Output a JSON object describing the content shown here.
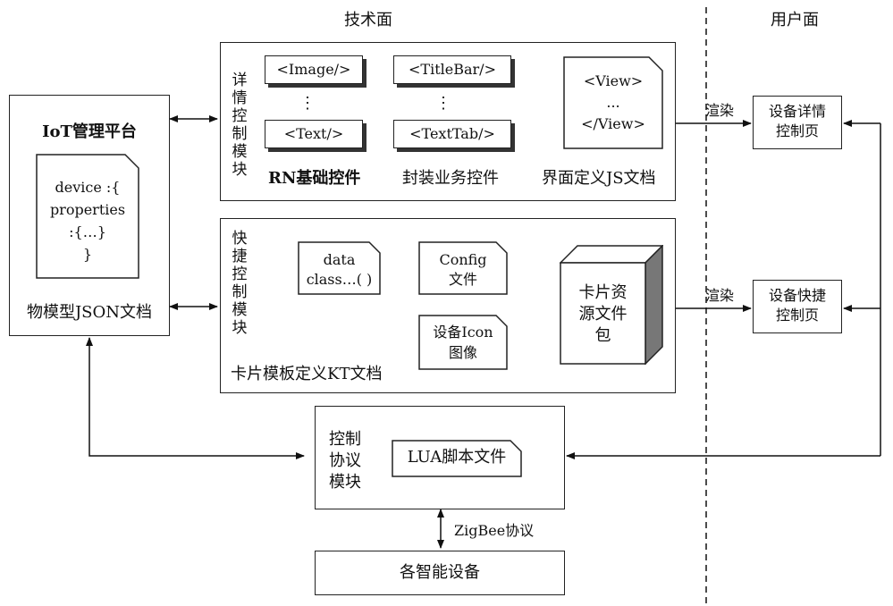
{
  "headers": {
    "tech_face": "技术面",
    "user_face": "用户面"
  },
  "iot_platform": {
    "title": "IoT管理平台",
    "doc_line1": "device :{",
    "doc_line2": "properties",
    "doc_line3": ":{…}",
    "doc_line4": "}",
    "caption": "物模型JSON文档"
  },
  "detail_module": {
    "label": "详情控制模块",
    "rn_items": [
      "<Image/>",
      "⋮",
      "<Text/>"
    ],
    "biz_items": [
      "<TitleBar/>",
      "⋮",
      "<TextTab/>"
    ],
    "view_doc": [
      "<View>",
      "...",
      "</View>"
    ],
    "caption_rn": "RN基础控件",
    "caption_biz": "封装业务控件",
    "caption_js": "界面定义JS文档"
  },
  "quick_module": {
    "label": "快捷控制模块",
    "data_class": [
      "data",
      "class…( )"
    ],
    "config": [
      "Config",
      "文件"
    ],
    "icon_img": [
      "设备Icon",
      "图像"
    ],
    "card_pkg": [
      "卡片资",
      "源文件",
      "包"
    ],
    "caption": "卡片模板定义KT文档"
  },
  "render_labels": {
    "render1": "渲染",
    "render2": "渲染"
  },
  "user_pages": {
    "detail_page": [
      "设备详情",
      "控制页"
    ],
    "quick_page": [
      "设备快捷",
      "控制页"
    ]
  },
  "protocol_module": {
    "label": [
      "控制",
      "协议",
      "模块"
    ],
    "lua": "LUA脚本文件"
  },
  "zigbee": "ZigBee协议",
  "devices": "各智能设备"
}
